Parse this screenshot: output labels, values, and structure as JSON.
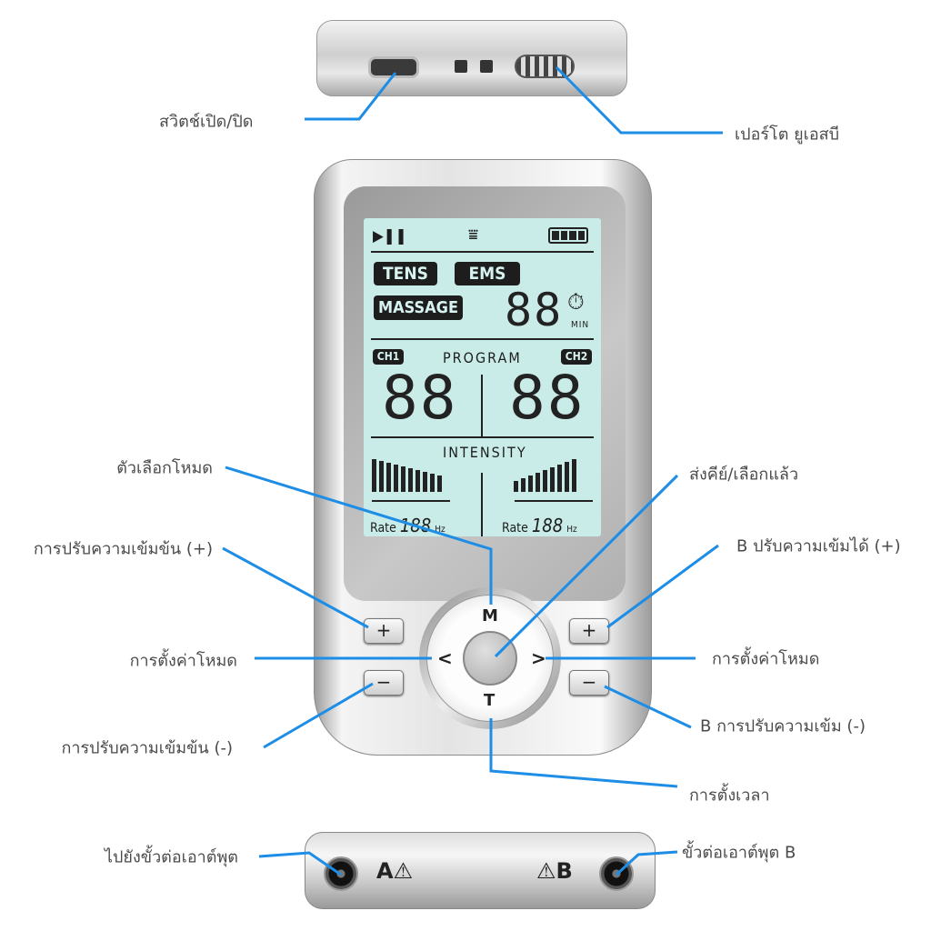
{
  "labels": {
    "power_switch": "สวิตช์เปิด/ปิด",
    "usb_port": "เปอร์โต ยูเอสบี",
    "mode_selector": "ตัวเลือกโหมด",
    "intensity_up_a": "การปรับความเข้มข้น (+)",
    "mode_setting_left": "การตั้งค่าโหมด",
    "intensity_down_a": "การปรับความเข้มข้น (-)",
    "send_key": "ส่งคีย์/เลือกแล้ว",
    "intensity_up_b": "B ปรับความเข้มได้ (+)",
    "mode_setting_right": "การตั้งค่าโหมด",
    "intensity_down_b": "B การปรับความเข้ม (-)",
    "timer_setting": "การตั้งเวลา",
    "output_a": "ไปยังขั้วต่อเอาต์พุต",
    "output_b": "ขั้วต่อเอาต์พุต B"
  },
  "lcd": {
    "play_pause": "▶❚❚",
    "lock": "⩸",
    "modes": [
      "TENS",
      "EMS",
      "MASSAGE"
    ],
    "timer_digits": "88",
    "timer_unit": "MIN",
    "ch1": "CH1",
    "ch2": "CH2",
    "program_label": "PROGRAM",
    "program_ch1": "88",
    "program_ch2": "88",
    "intensity_label": "INTENSITY",
    "rate_label": "Rate",
    "rate_value": "188",
    "rate_unit": "Hz"
  },
  "device": {
    "plus": "+",
    "minus": "−",
    "key_m": "M",
    "key_t": "T",
    "key_left": "<",
    "key_right": ">",
    "port_a": "A⚠",
    "port_b": "⚠B"
  },
  "colors": {
    "leader_line": "#1e8de6",
    "lcd": "#c9ece8"
  }
}
